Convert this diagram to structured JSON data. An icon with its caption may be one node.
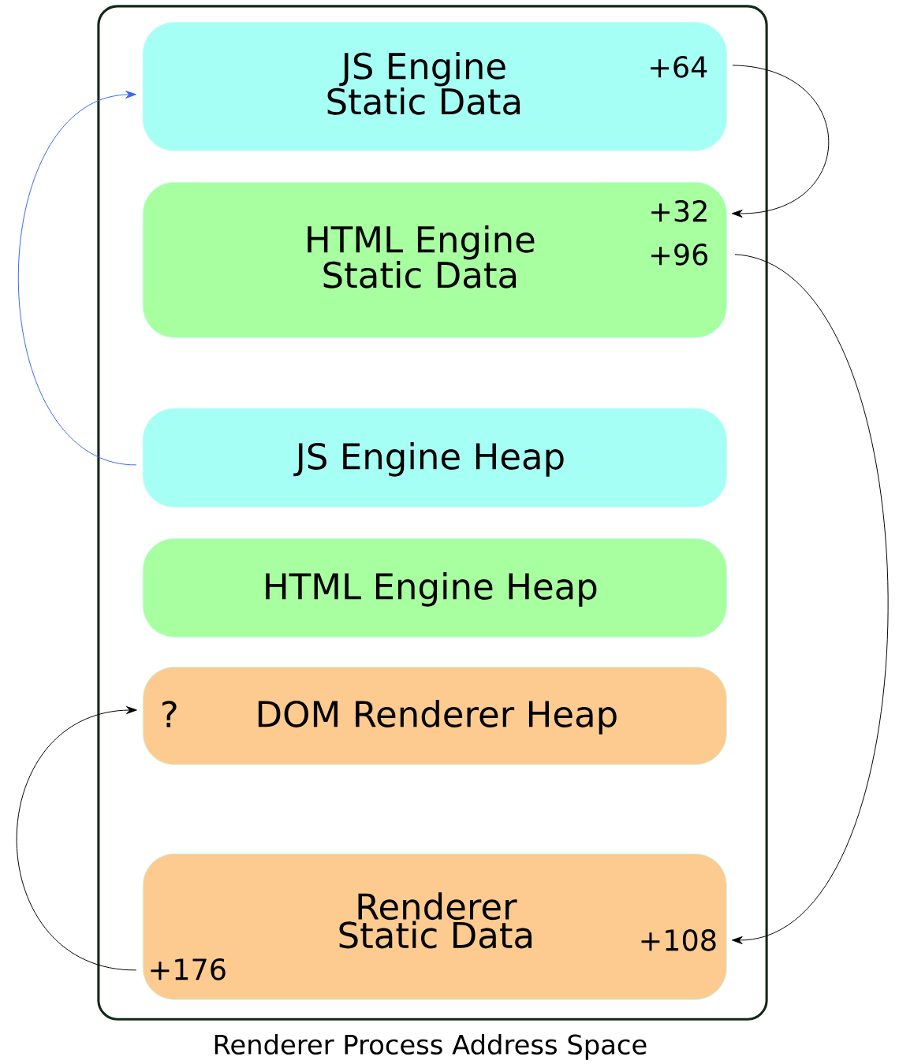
{
  "diagram": {
    "nodes": [
      {
        "text": [
          "Renderer Process Address Space"
        ]
      },
      {
        "text": [
          "JS Engine Static Data",
          "+64"
        ],
        "in": 0
      },
      {
        "text": [
          "HTML Engine Static Data",
          "+32",
          "+96"
        ],
        "in": 0
      },
      {
        "text": [
          "JS Engine Heap"
        ],
        "in": 0
      },
      {
        "text": [
          "HTML Engine Heap"
        ],
        "in": 0
      },
      {
        "text": [
          "?",
          "DOM Renderer Heap"
        ],
        "in": 0
      },
      {
        "text": [
          "Renderer Static Data",
          "+108",
          "+176"
        ],
        "in": 0
      }
    ],
    "edges": [
      {
        "from": 1,
        "to": 2,
        "arrow": "to"
      },
      {
        "from": 2,
        "to": 6,
        "arrow": "to"
      },
      {
        "from": 3,
        "to": 1,
        "arrow": "to",
        "color": "#3366ff"
      },
      {
        "from": 6,
        "to": 5,
        "arrow": "to"
      }
    ]
  }
}
